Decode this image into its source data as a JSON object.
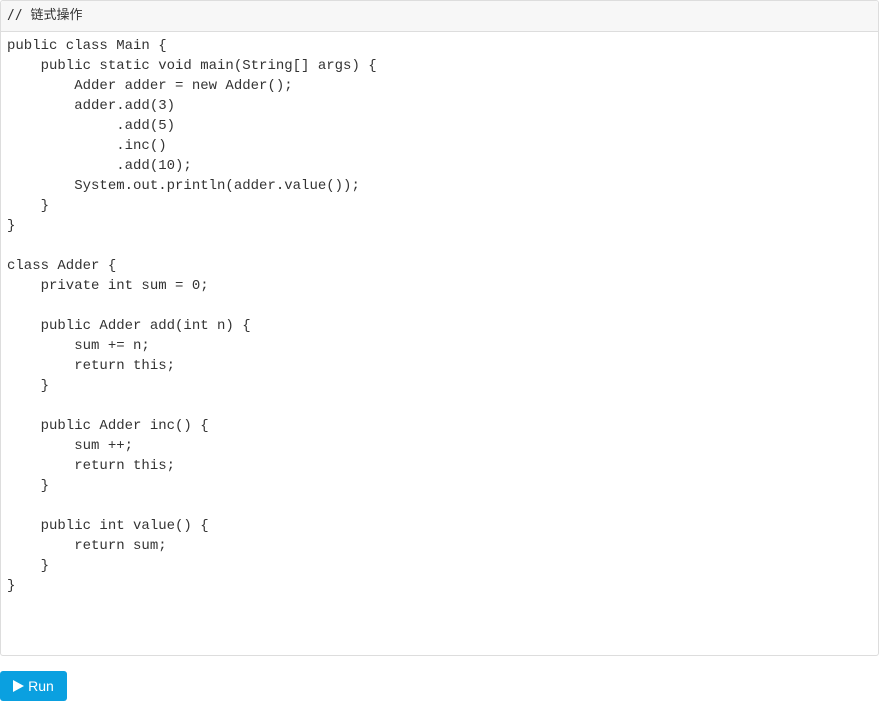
{
  "editor": {
    "header_comment": "// 链式操作",
    "code_lines": [
      "public class Main {",
      "    public static void main(String[] args) {",
      "        Adder adder = new Adder();",
      "        adder.add(3)",
      "             .add(5)",
      "             .inc()",
      "             .add(10);",
      "        System.out.println(adder.value());",
      "    }",
      "}",
      "",
      "class Adder {",
      "    private int sum = 0;",
      "",
      "    public Adder add(int n) {",
      "        sum += n;",
      "        return this;",
      "    }",
      "",
      "    public Adder inc() {",
      "        sum ++;",
      "        return this;",
      "    }",
      "",
      "    public int value() {",
      "        return sum;",
      "    }",
      "}"
    ]
  },
  "run_button": {
    "label": "Run",
    "icon": "play-icon",
    "color": "#0aa0e0"
  }
}
